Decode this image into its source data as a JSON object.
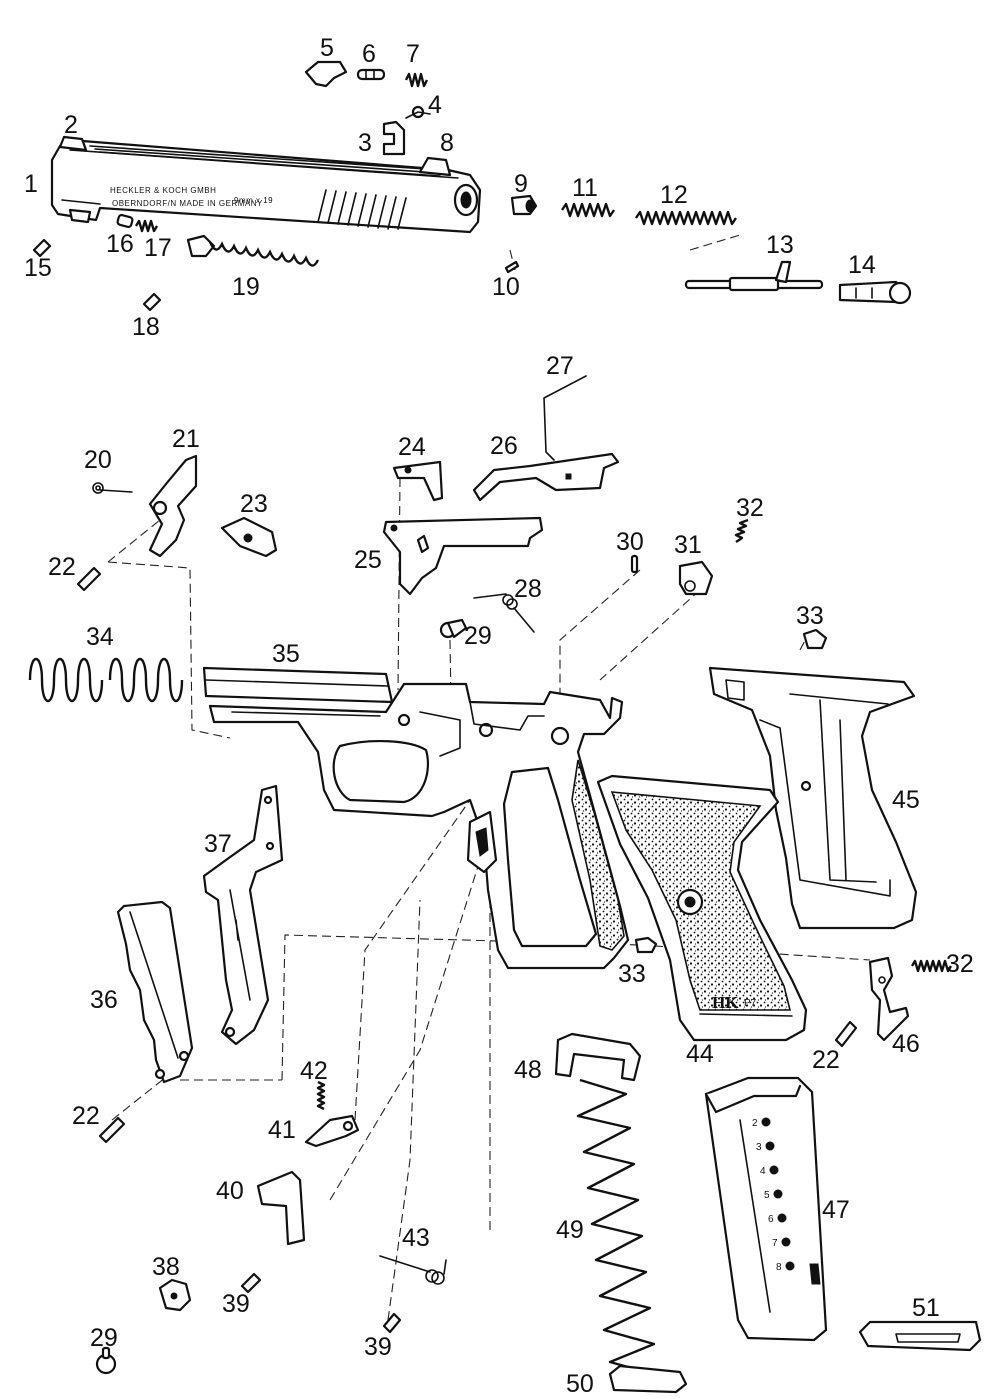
{
  "callouts": [
    {
      "id": "1",
      "label": "1"
    },
    {
      "id": "2",
      "label": "2"
    },
    {
      "id": "3",
      "label": "3"
    },
    {
      "id": "4",
      "label": "4"
    },
    {
      "id": "5",
      "label": "5"
    },
    {
      "id": "6",
      "label": "6"
    },
    {
      "id": "7",
      "label": "7"
    },
    {
      "id": "8",
      "label": "8"
    },
    {
      "id": "9",
      "label": "9"
    },
    {
      "id": "10",
      "label": "10"
    },
    {
      "id": "11",
      "label": "11"
    },
    {
      "id": "12",
      "label": "12"
    },
    {
      "id": "13",
      "label": "13"
    },
    {
      "id": "14",
      "label": "14"
    },
    {
      "id": "15",
      "label": "15"
    },
    {
      "id": "16",
      "label": "16"
    },
    {
      "id": "17",
      "label": "17"
    },
    {
      "id": "18",
      "label": "18"
    },
    {
      "id": "19",
      "label": "19"
    },
    {
      "id": "20",
      "label": "20"
    },
    {
      "id": "21",
      "label": "21"
    },
    {
      "id": "22a",
      "label": "22"
    },
    {
      "id": "23",
      "label": "23"
    },
    {
      "id": "24",
      "label": "24"
    },
    {
      "id": "25",
      "label": "25"
    },
    {
      "id": "26",
      "label": "26"
    },
    {
      "id": "27",
      "label": "27"
    },
    {
      "id": "28",
      "label": "28"
    },
    {
      "id": "29a",
      "label": "29"
    },
    {
      "id": "30",
      "label": "30"
    },
    {
      "id": "31",
      "label": "31"
    },
    {
      "id": "32a",
      "label": "32"
    },
    {
      "id": "33a",
      "label": "33"
    },
    {
      "id": "34",
      "label": "34"
    },
    {
      "id": "35",
      "label": "35"
    },
    {
      "id": "45",
      "label": "45"
    },
    {
      "id": "37",
      "label": "37"
    },
    {
      "id": "36",
      "label": "36"
    },
    {
      "id": "33b",
      "label": "33"
    },
    {
      "id": "32b",
      "label": "32"
    },
    {
      "id": "22b",
      "label": "22"
    },
    {
      "id": "46",
      "label": "46"
    },
    {
      "id": "44",
      "label": "44"
    },
    {
      "id": "22c",
      "label": "22"
    },
    {
      "id": "42",
      "label": "42"
    },
    {
      "id": "41",
      "label": "41"
    },
    {
      "id": "48",
      "label": "48"
    },
    {
      "id": "40",
      "label": "40"
    },
    {
      "id": "47",
      "label": "47"
    },
    {
      "id": "49",
      "label": "49"
    },
    {
      "id": "43",
      "label": "43"
    },
    {
      "id": "38",
      "label": "38"
    },
    {
      "id": "39a",
      "label": "39"
    },
    {
      "id": "39b",
      "label": "39"
    },
    {
      "id": "29b",
      "label": "29"
    },
    {
      "id": "51",
      "label": "51"
    },
    {
      "id": "50",
      "label": "50"
    }
  ],
  "slide_engraving": {
    "line1": "HECKLER & KOCH GMBH",
    "line2": "OBERNDORF/N  MADE IN GERMANY",
    "caliber": "9mm x 19"
  },
  "grip_logo": {
    "mark": "HK",
    "model": "P7"
  },
  "magazine_numbers": [
    "2",
    "3",
    "4",
    "5",
    "6",
    "7",
    "8"
  ]
}
